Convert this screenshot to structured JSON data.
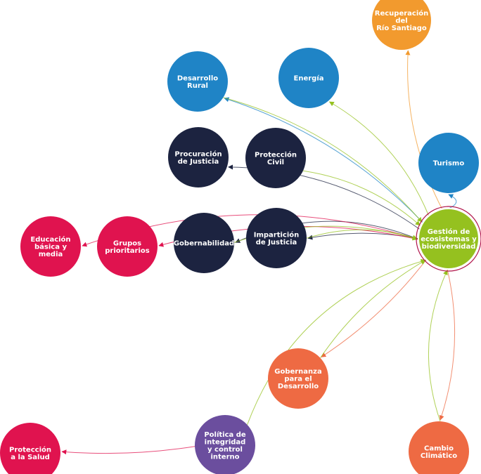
{
  "colors": {
    "orange": "#F29A2E",
    "blue": "#1F84C6",
    "navy": "#1C2340",
    "pink": "#E0134F",
    "green": "#95C11F",
    "coral": "#EE6A43",
    "purple": "#6B4E9E"
  },
  "nodes": {
    "recuperacion": {
      "lines": [
        "Recuperación",
        "del",
        "Río Santiago"
      ],
      "color": "orange"
    },
    "desarrollo_rural": {
      "lines": [
        "Desarrollo",
        "Rural"
      ],
      "color": "blue"
    },
    "energia": {
      "lines": [
        "Energía"
      ],
      "color": "blue"
    },
    "procuracion": {
      "lines": [
        "Procuración",
        "de Justicia"
      ],
      "color": "navy"
    },
    "proteccion_civil": {
      "lines": [
        "Protección",
        "Civil"
      ],
      "color": "navy"
    },
    "turismo": {
      "lines": [
        "Turismo"
      ],
      "color": "blue"
    },
    "educacion": {
      "lines": [
        "Educación",
        "básica y",
        "media"
      ],
      "color": "pink"
    },
    "grupos": {
      "lines": [
        "Grupos",
        "prioritarios"
      ],
      "color": "pink"
    },
    "gobernabilidad": {
      "lines": [
        "Gobernabilidad"
      ],
      "color": "navy"
    },
    "imparticion": {
      "lines": [
        "Impartición",
        "de Justicia"
      ],
      "color": "navy"
    },
    "gestion": {
      "lines": [
        "Gestión de",
        "ecosistemas y",
        "biodiversidad"
      ],
      "color": "green",
      "focus": true
    },
    "gobernanza": {
      "lines": [
        "Gobernanza",
        "para el",
        "Desarrollo"
      ],
      "color": "coral"
    },
    "proteccion_salud": {
      "lines": [
        "Protección",
        "a la Salud"
      ],
      "color": "pink"
    },
    "politica": {
      "lines": [
        "Política de",
        "integridad",
        "y control",
        "interno"
      ],
      "color": "purple"
    },
    "cambio": {
      "lines": [
        "Cambio",
        "Climático"
      ],
      "color": "coral"
    }
  },
  "edges": [
    {
      "from": "gestion",
      "to": "recuperacion",
      "color": "orange"
    },
    {
      "from": "gestion",
      "to": "turismo",
      "color": "blue"
    },
    {
      "from": "gestion",
      "to": "energia",
      "color": "green"
    },
    {
      "from": "gestion",
      "to": "desarrollo_rural",
      "color": "blue"
    },
    {
      "from": "gestion",
      "to": "procuracion",
      "color": "navy"
    },
    {
      "from": "gestion",
      "to": "imparticion",
      "color": "navy"
    },
    {
      "from": "gestion",
      "to": "gobernabilidad",
      "color": "navy"
    },
    {
      "from": "gestion",
      "to": "grupos",
      "color": "pink"
    },
    {
      "from": "gestion",
      "to": "educacion",
      "color": "pink"
    },
    {
      "from": "gestion",
      "to": "gobernanza",
      "color": "coral"
    },
    {
      "from": "gestion",
      "to": "cambio",
      "color": "coral"
    },
    {
      "from": "desarrollo_rural",
      "to": "gestion",
      "color": "green"
    },
    {
      "from": "proteccion_civil",
      "to": "gestion",
      "color": "green"
    },
    {
      "from": "imparticion",
      "to": "gestion",
      "color": "green"
    },
    {
      "from": "gobernabilidad",
      "to": "gestion",
      "color": "green"
    },
    {
      "from": "cambio",
      "to": "gestion",
      "color": "green"
    },
    {
      "from": "gobernanza",
      "to": "gestion",
      "color": "green"
    },
    {
      "from": "politica",
      "to": "gestion",
      "color": "green"
    },
    {
      "from": "politica",
      "to": "proteccion_salud",
      "color": "pink"
    }
  ]
}
